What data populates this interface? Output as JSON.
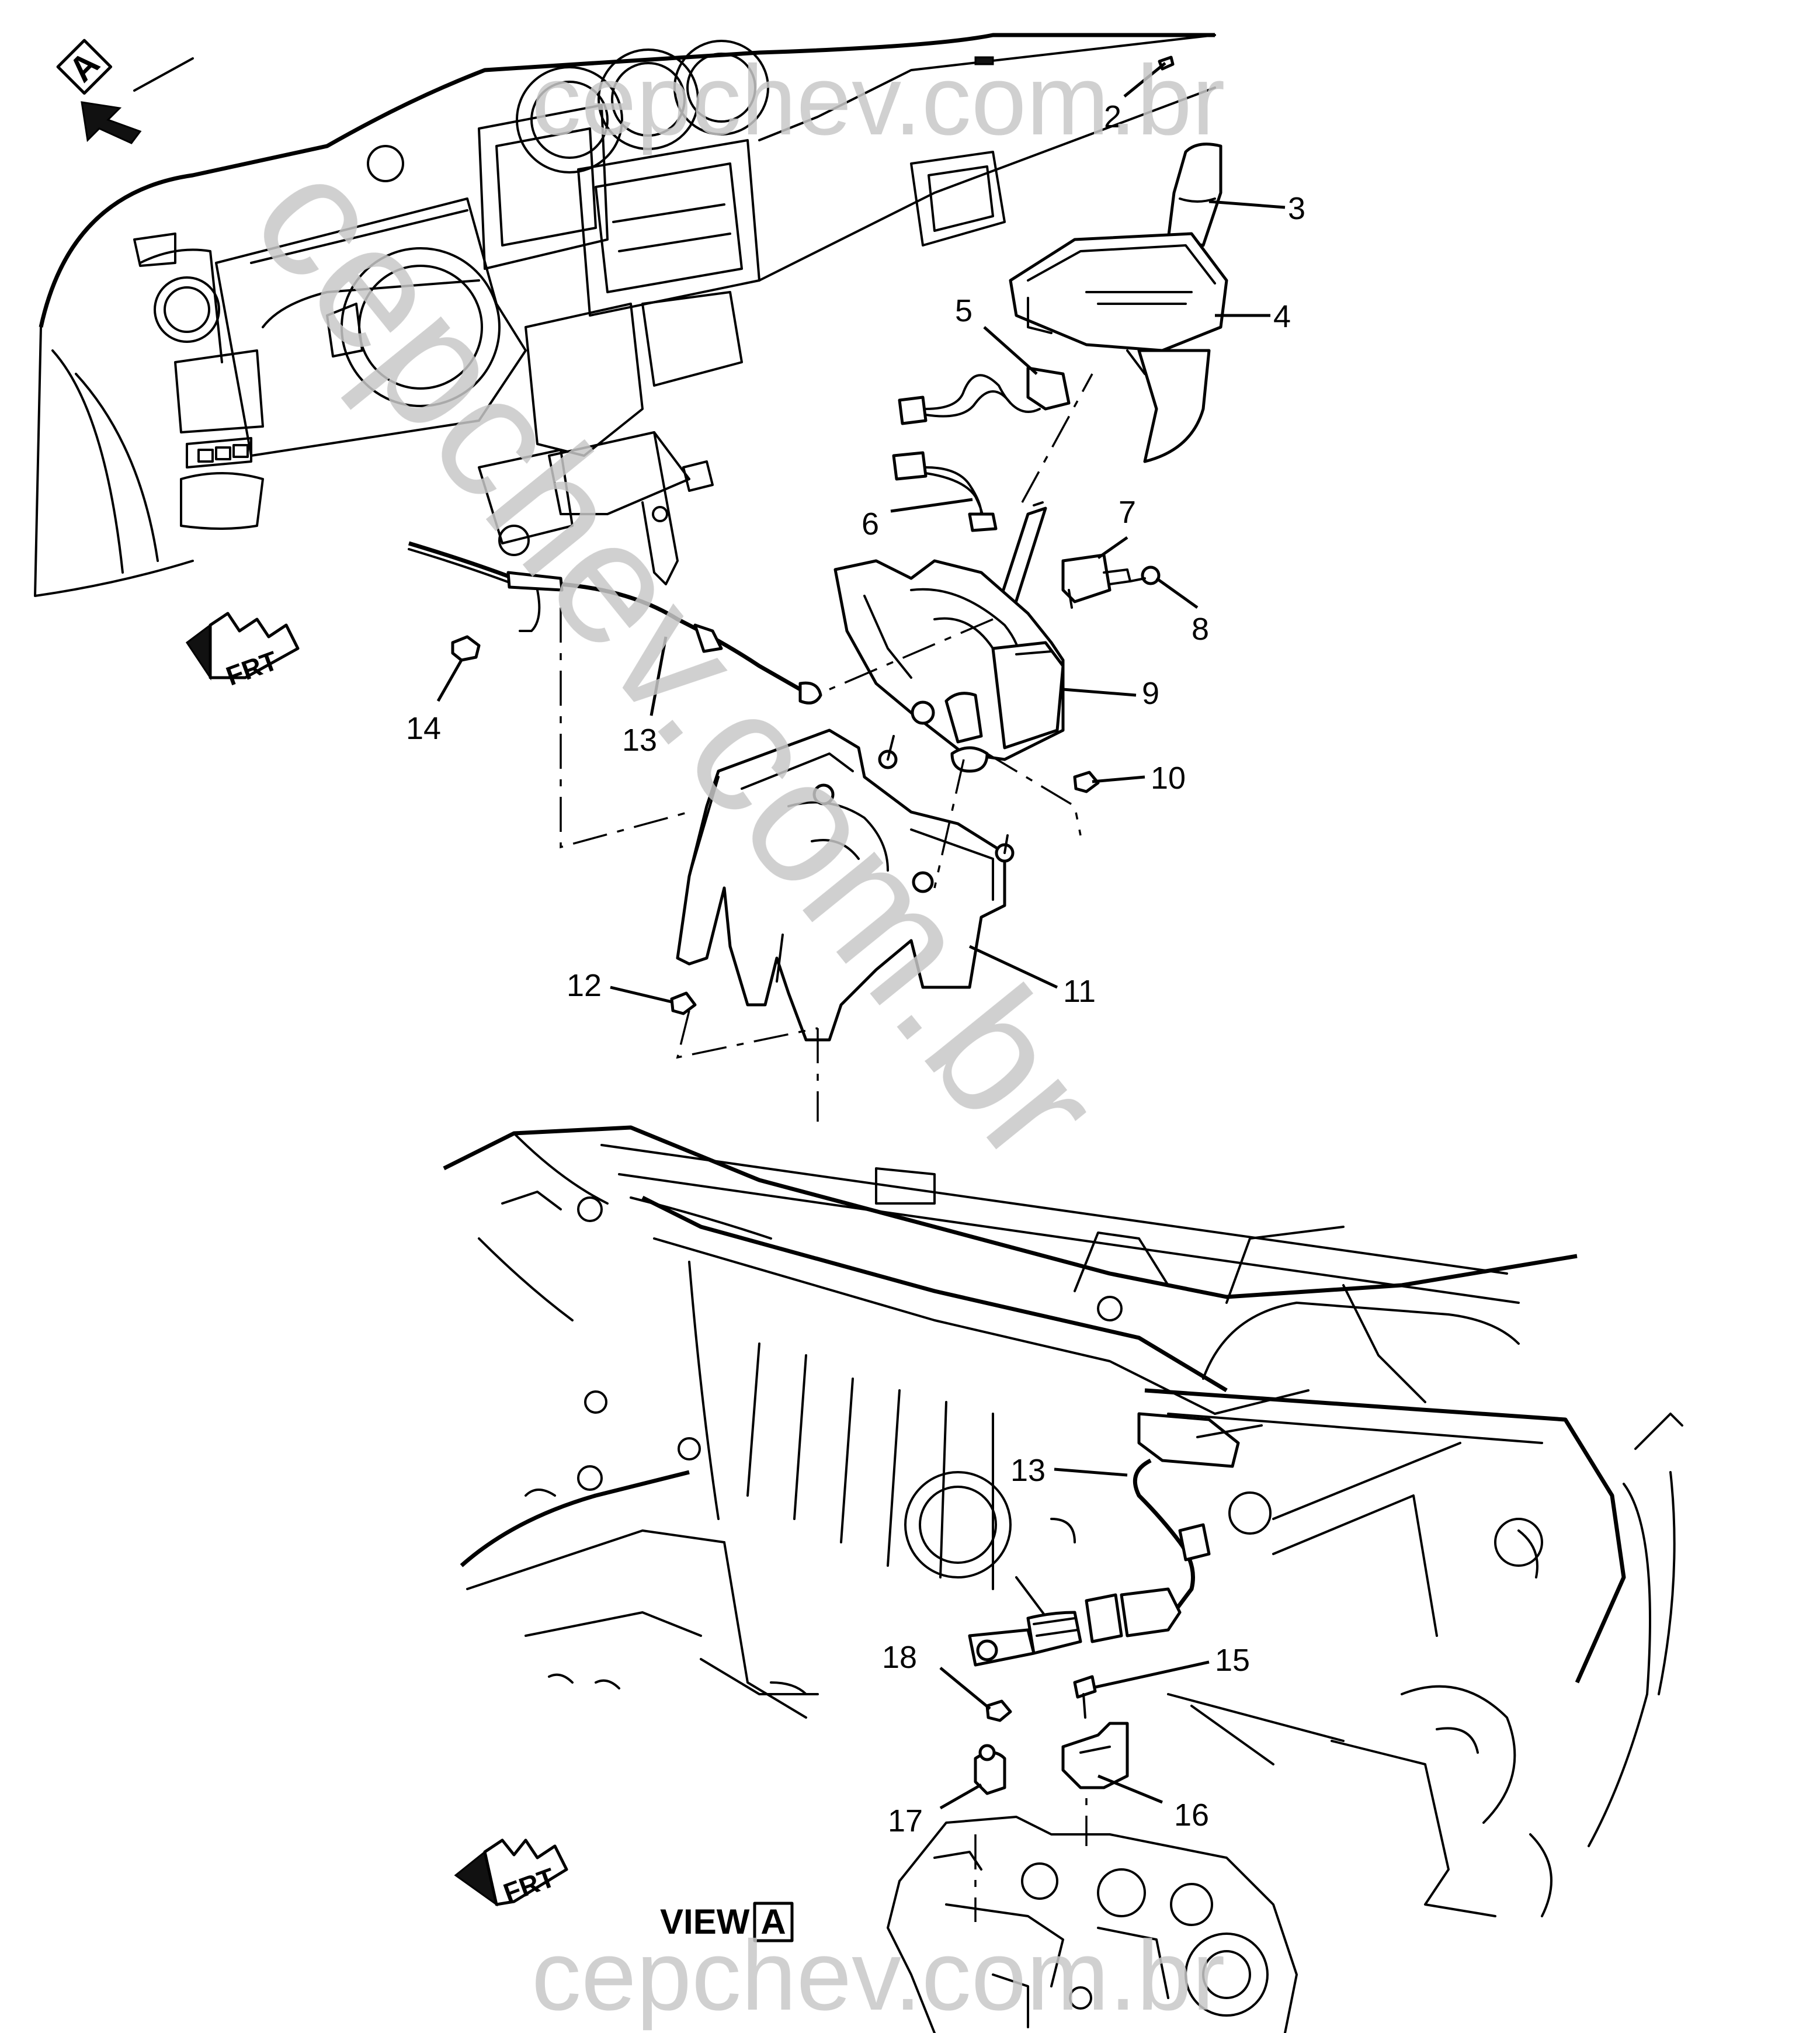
{
  "callouts": [
    "2",
    "3",
    "4",
    "5",
    "6",
    "7",
    "8",
    "9",
    "10",
    "11",
    "12",
    "13",
    "14",
    "13",
    "15",
    "16",
    "17",
    "18"
  ],
  "view_marker": {
    "letter": "A"
  },
  "view_label": {
    "prefix": "VIEW",
    "letter": "A"
  },
  "front_arrows": [
    {
      "label": "FRT"
    },
    {
      "label": "FRT"
    }
  ],
  "watermarks": [
    "cepchev.com.br",
    "cepchev.com.br",
    "cepchev.com.br"
  ],
  "colors": {
    "line": "#000000",
    "background": "#ffffff",
    "watermark": "#c8c8c8"
  }
}
